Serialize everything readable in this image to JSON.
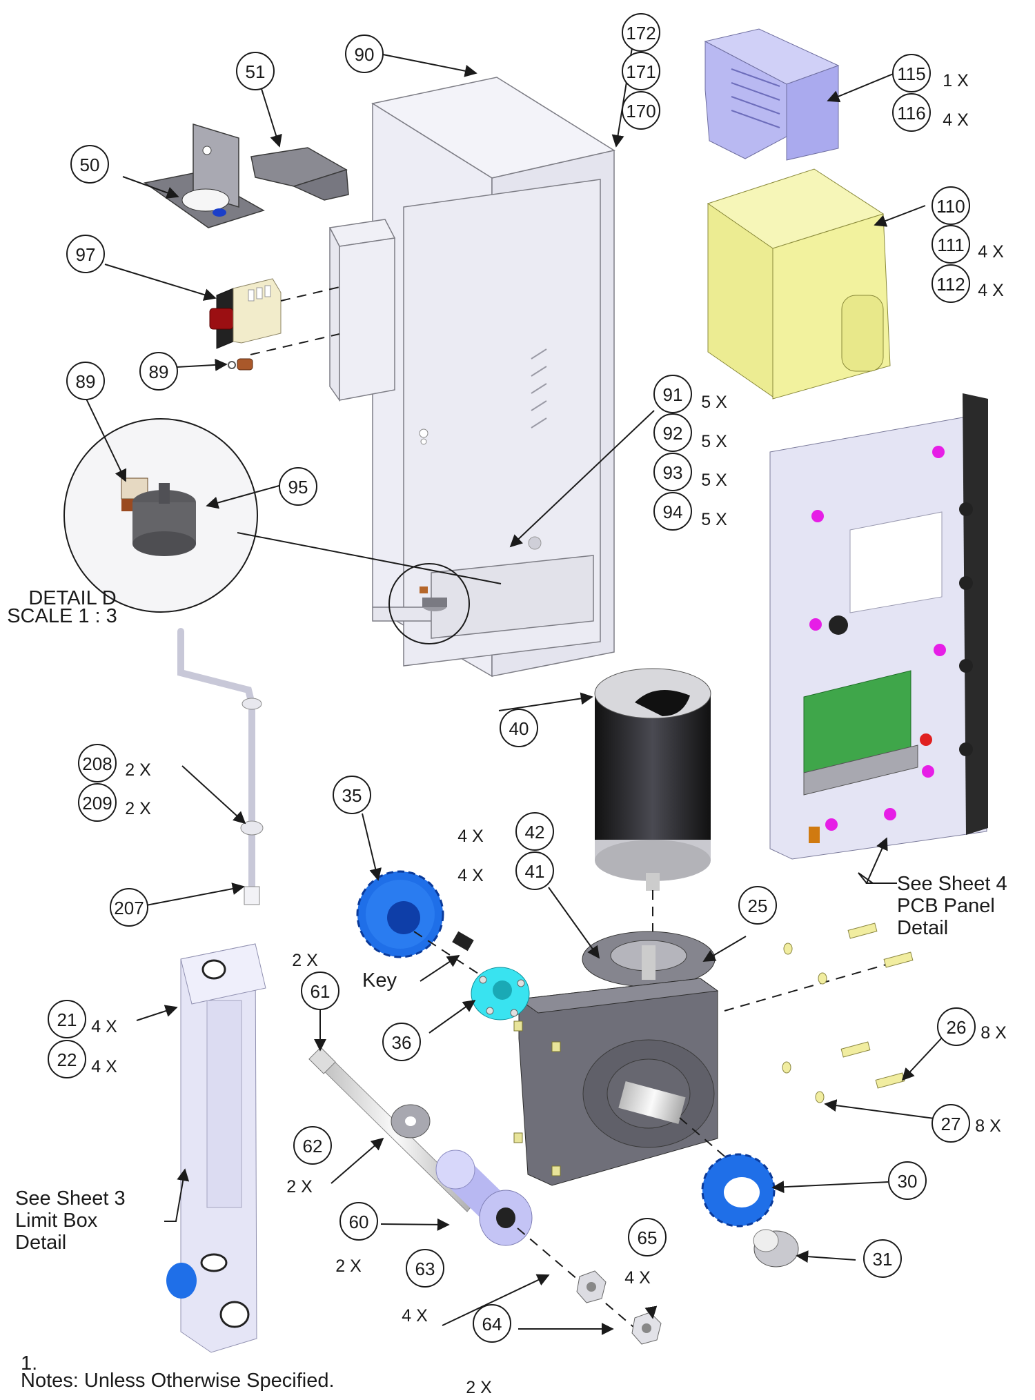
{
  "balloons": [
    "90",
    "172",
    "171",
    "170",
    "51",
    "50",
    "115",
    "116",
    "110",
    "111",
    "112",
    "97",
    "89",
    "89",
    "95",
    "91",
    "92",
    "93",
    "94",
    "40",
    "35",
    "42",
    "41",
    "25",
    "36",
    "26",
    "27",
    "30",
    "31",
    "208",
    "209",
    "207",
    "21",
    "22",
    "61",
    "62",
    "60",
    "63",
    "65",
    "64"
  ],
  "quantities": [
    "1 X",
    "4 X",
    "4 X",
    "4 X",
    "5 X",
    "5 X",
    "5 X",
    "5 X",
    "2 X",
    "2 X",
    "4 X",
    "4 X",
    "8 X",
    "8 X",
    "4 X",
    "4 X",
    "2 X",
    "2 X",
    "2 X",
    "4 X",
    "4 X",
    "2 X"
  ],
  "labels": {
    "detail_title": "DETAIL D",
    "detail_scale": "SCALE 1 : 3",
    "key": "Key",
    "sheet4": [
      "See Sheet 4",
      "PCB Panel",
      "Detail"
    ],
    "sheet3": [
      "See Sheet 3",
      "Limit Box",
      "Detail"
    ],
    "notes_number": "1.",
    "notes": "Notes: Unless Otherwise Specified."
  },
  "colors": {
    "enclosure": "#e9e9f1",
    "cover": "#c9c9f5",
    "transformer_yellow": "#f2f29a",
    "panel": "#dcdcf0",
    "motor": "#2c2c30",
    "gearbox": "#6a6a75",
    "sprocket_blue": "#1f6fe8",
    "coupling_cyan": "#39e3f0",
    "pcb_green": "#3fa64a",
    "magenta": "#e61ee6"
  }
}
